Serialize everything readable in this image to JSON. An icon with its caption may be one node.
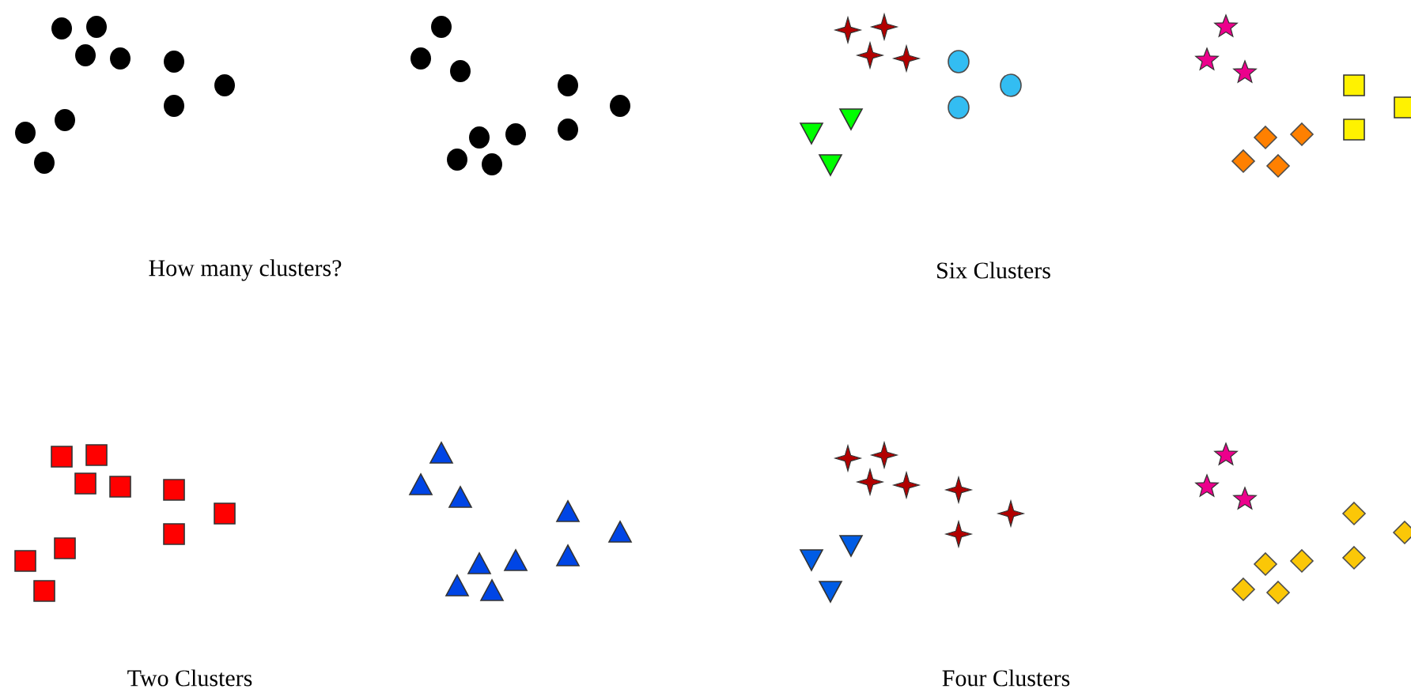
{
  "diagram": {
    "labels": [
      "How many clusters?",
      "Six Clusters",
      "Two Clusters",
      "Four Clusters"
    ]
  }
}
